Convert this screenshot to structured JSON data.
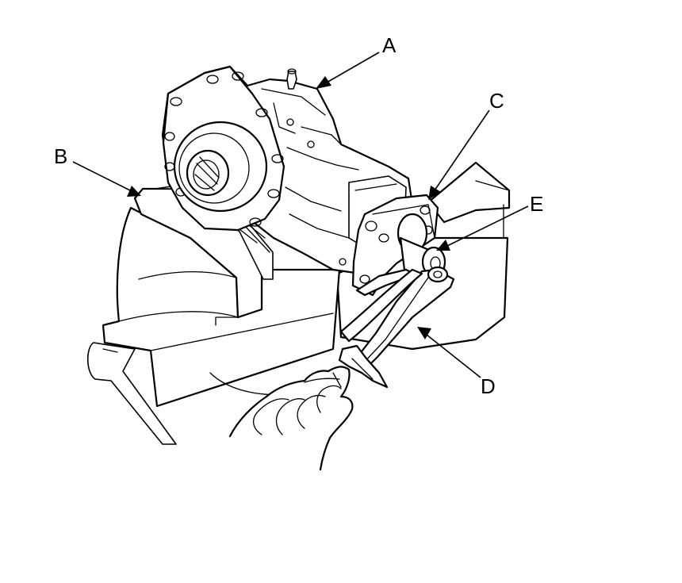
{
  "callouts": {
    "a": {
      "letter": "A",
      "part": "differential-housing"
    },
    "b": {
      "letter": "B",
      "part": "vise-jaw-soft-pad"
    },
    "c": {
      "letter": "C",
      "part": "companion-flange"
    },
    "d": {
      "letter": "D",
      "part": "flange-holder-tool"
    },
    "e": {
      "letter": "E",
      "part": "socket-tool"
    }
  },
  "colors": {
    "line": "#000000",
    "background": "#ffffff"
  },
  "icons": {
    "vise": "bench-vise-icon",
    "hand": "hand-icon"
  }
}
